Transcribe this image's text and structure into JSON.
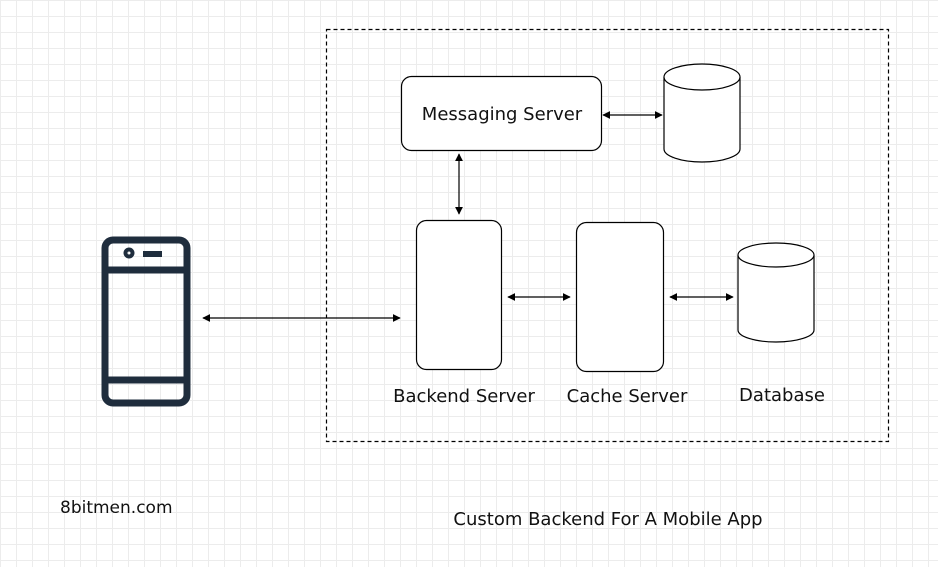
{
  "diagram": {
    "nodes": {
      "messaging_server": "Messaging Server",
      "backend_server": "Backend Server",
      "cache_server": "Cache Server",
      "database": "Database"
    },
    "site": "8bitmen.com",
    "caption": "Custom Backend For A Mobile App"
  },
  "colors": {
    "stroke": "#000000",
    "phone": "#1f2d3d",
    "grid": "#ececec"
  },
  "icons": {
    "phone": "smartphone-icon",
    "datastore": "cylinder-database-icon"
  }
}
